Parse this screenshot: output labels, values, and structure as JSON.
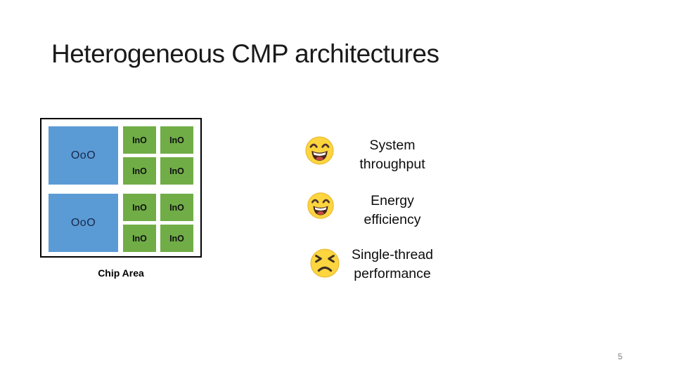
{
  "slide": {
    "title": "Heterogeneous CMP architectures",
    "page_number": "5"
  },
  "chip": {
    "caption": "Chip Area",
    "big_core": {
      "label": "OoO",
      "count": 2,
      "color": "#5B9BD5"
    },
    "small_core": {
      "label": "InO",
      "count": 8,
      "color": "#70AD47"
    }
  },
  "assessments": [
    {
      "icon": "grinning-face",
      "line1": "System",
      "line2": "throughput"
    },
    {
      "icon": "grinning-face",
      "line1": "Energy",
      "line2": "efficiency"
    },
    {
      "icon": "frustrated-face",
      "line1": "Single-thread",
      "line2": "performance"
    }
  ],
  "colors": {
    "big_core_fill": "#5B9BD5",
    "small_core_fill": "#70AD47",
    "emoji_face": "#FCD53F",
    "title_text": "#1a1a1a",
    "page_number_text": "#808080"
  }
}
